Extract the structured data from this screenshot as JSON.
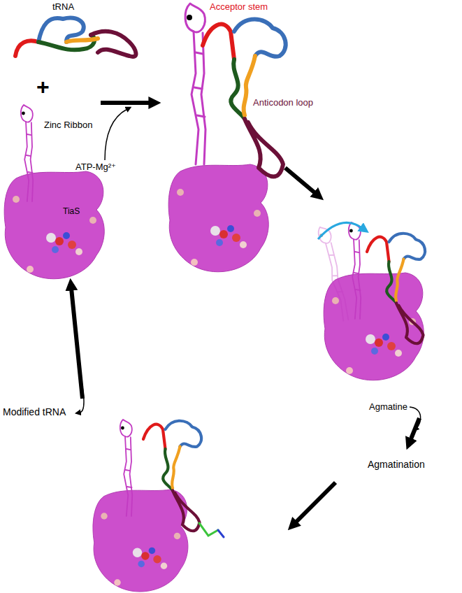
{
  "diagram": {
    "nodes": [
      {
        "text": [
          "tRNA",
          "Zinc Ribbon",
          "TiaS"
        ]
      },
      {
        "text": [
          "Acceptor stem",
          "Anticodon loop"
        ]
      }
    ],
    "edges": [
      {
        "from": 0,
        "to": 1,
        "arrow": "to"
      }
    ],
    "labels": [
      "+",
      "ATP-Mg²⁺",
      "Agmatine",
      "Agmatination",
      "Modified tRNA"
    ]
  }
}
